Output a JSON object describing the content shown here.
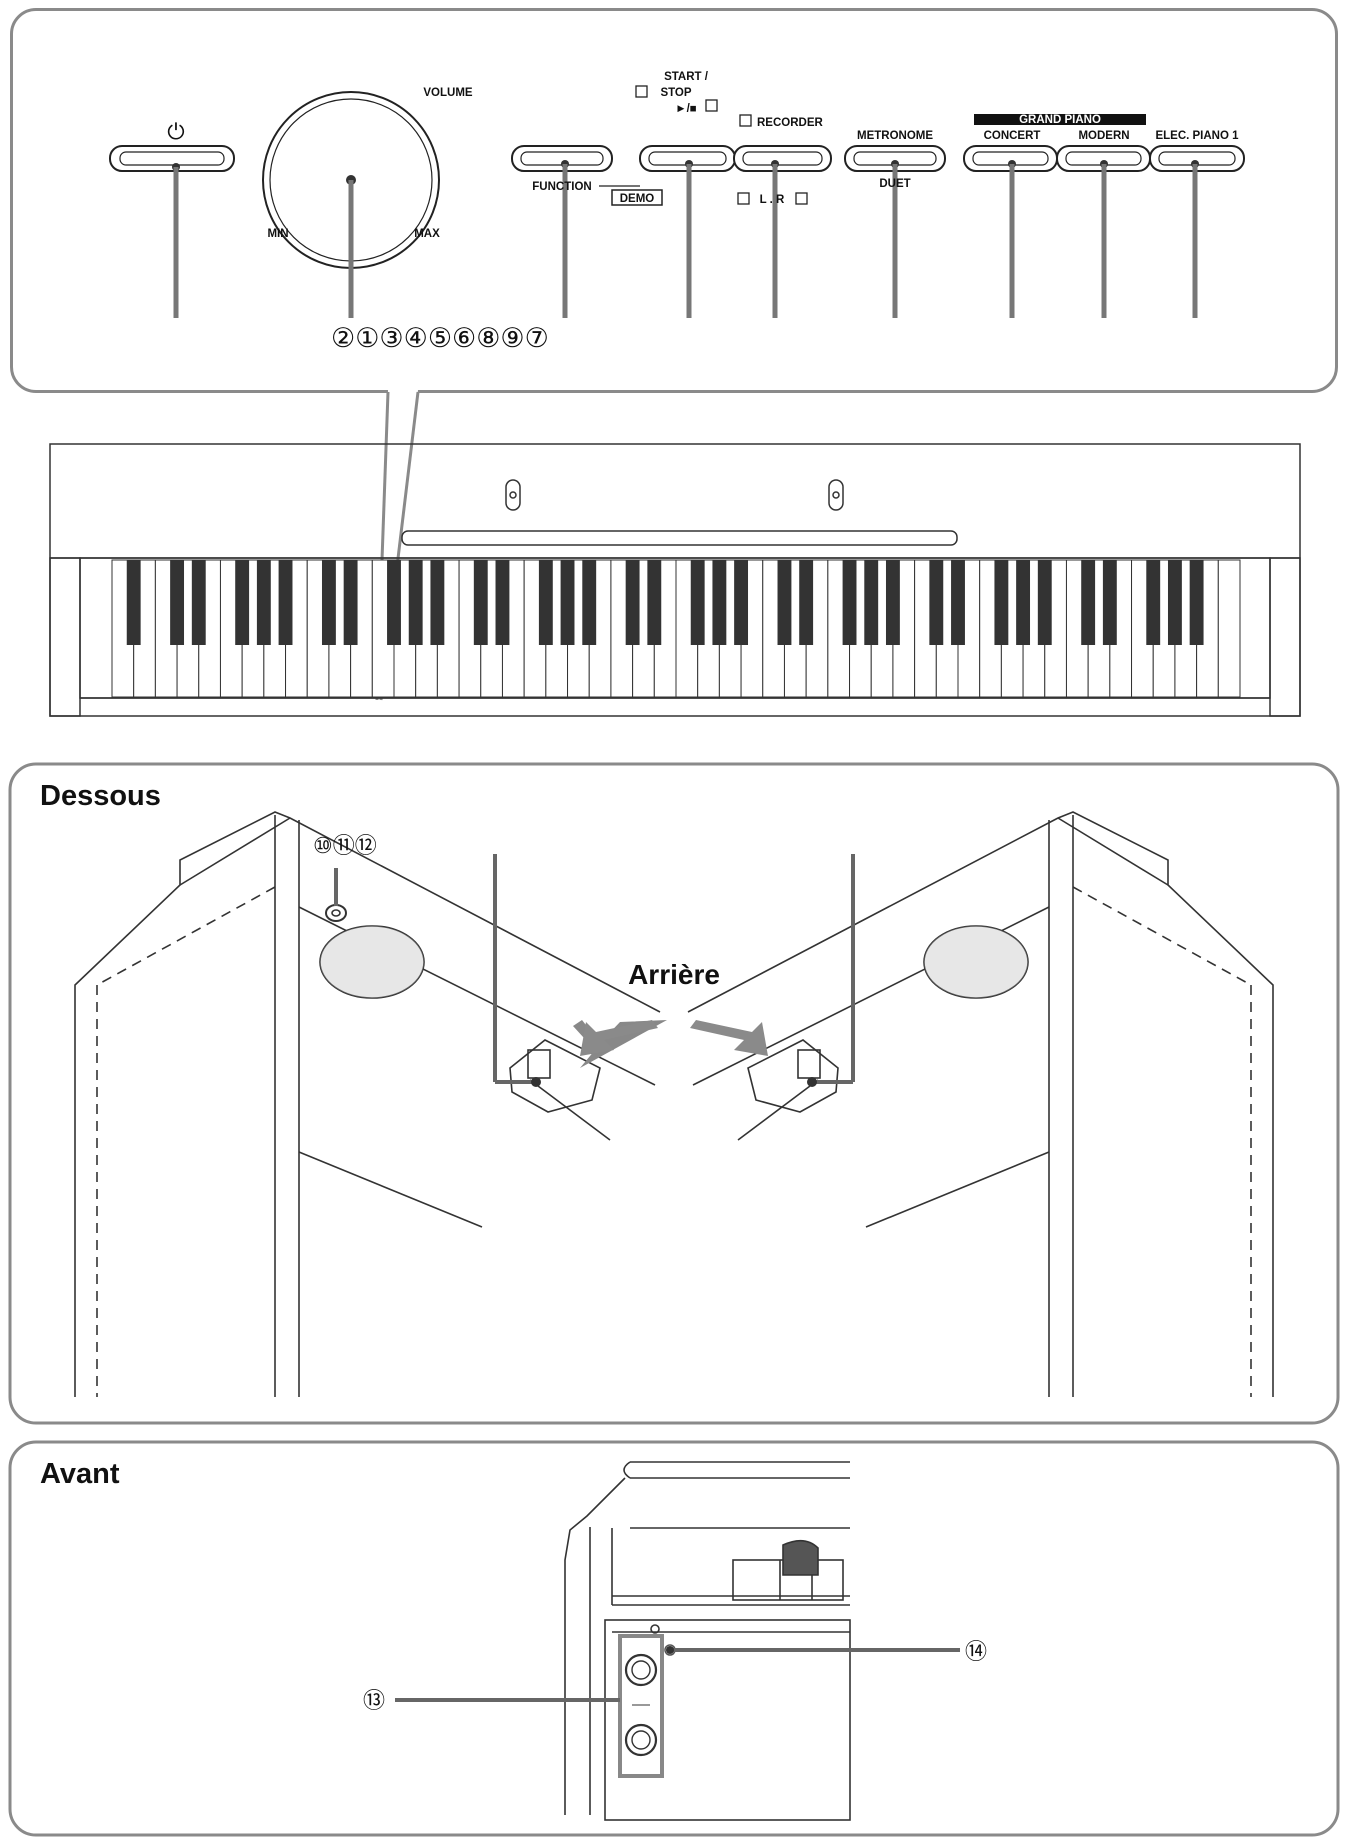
{
  "top_panel": {
    "power_symbol": "⏻",
    "volume": {
      "label": "VOLUME",
      "min": "MIN",
      "max": "MAX"
    },
    "function": {
      "label": "FUNCTION",
      "sub": "DEMO"
    },
    "start_stop": {
      "line1": "START /",
      "line2": "STOP",
      "line3": "►/■"
    },
    "recorder": {
      "label": "RECORDER",
      "sub": "L . R"
    },
    "metronome": {
      "label": "METRONOME",
      "sub": "DUET"
    },
    "grand_piano": {
      "header": "GRAND PIANO",
      "concert": "CONCERT",
      "modern": "MODERN"
    },
    "elec_piano": "ELEC. PIANO 1",
    "callouts": "②①③④⑤⑥⑧⑨⑦"
  },
  "bottom_panel": {
    "title": "Dessous",
    "callouts": "⑩⑪⑫",
    "rear_label": "Arrière"
  },
  "front_panel": {
    "title": "Avant",
    "callout_jacks": "⑬",
    "callout_led": "⑭"
  }
}
